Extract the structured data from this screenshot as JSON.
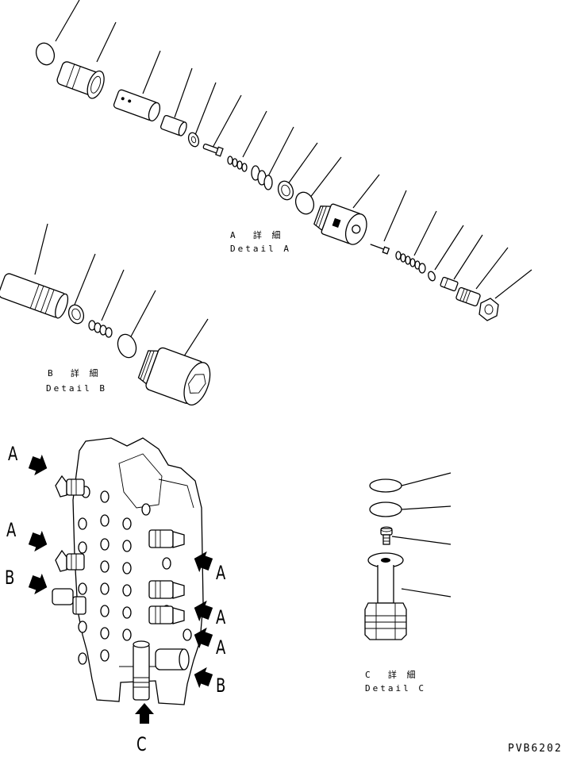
{
  "detail_a": {
    "jp": "A  詳 細",
    "en": "Detail A"
  },
  "detail_b": {
    "jp": "B  詳 細",
    "en": "Detail B"
  },
  "detail_c": {
    "jp": "C  詳 細",
    "en": "Detail C"
  },
  "callouts": {
    "left_a1": "A",
    "left_a2": "A",
    "left_b": "B",
    "right_a1": "A",
    "right_a2": "A",
    "right_a3": "A",
    "right_b": "B",
    "bottom_c": "C"
  },
  "drawing_code": "PVB6202"
}
